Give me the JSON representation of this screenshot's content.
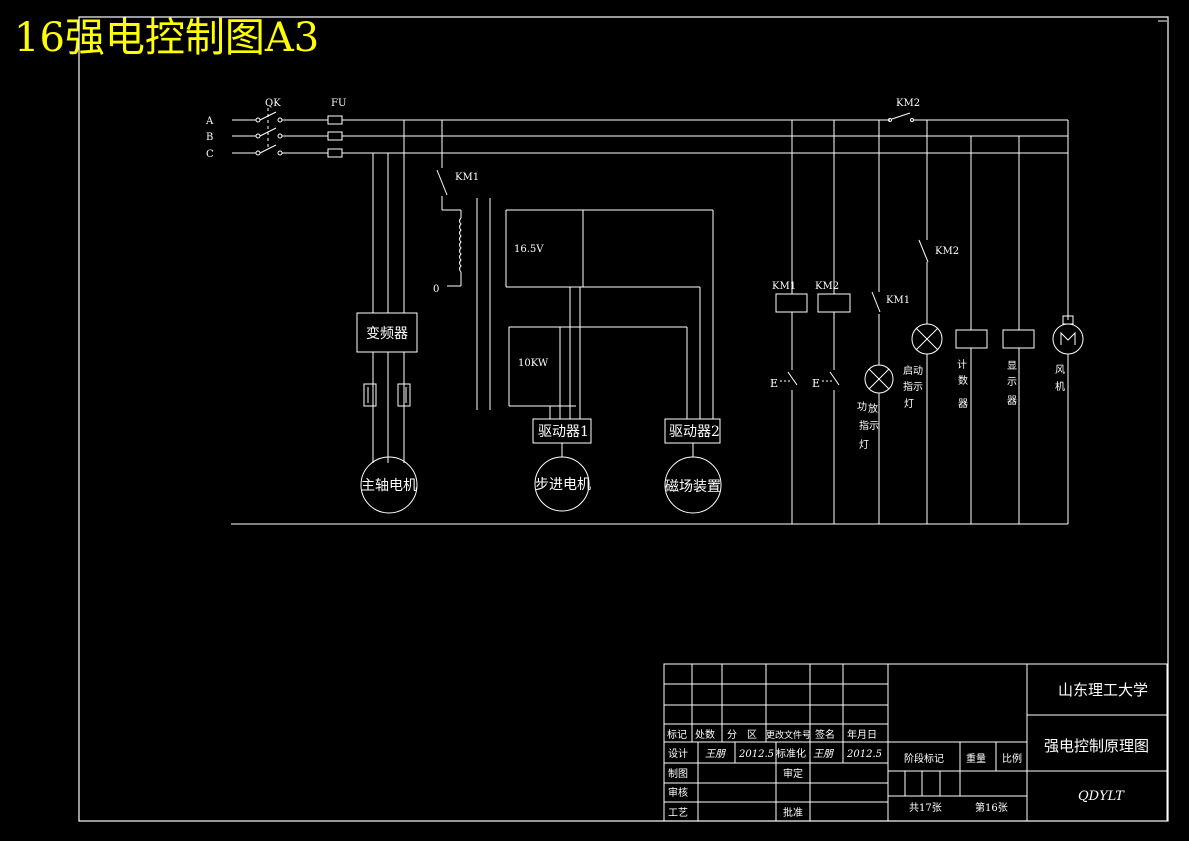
{
  "title": "16强电控制图A3",
  "colors": {
    "background": "#000000",
    "lines": "#ffffff",
    "title": "#ffff00"
  },
  "phases": [
    "A",
    "B",
    "C"
  ],
  "labels": {
    "qk": "QK",
    "fu": "FU",
    "km1": "KM1",
    "km2": "KM2",
    "v165": "16.5V",
    "zero": "0",
    "w10": "10KW",
    "vfd": "变频器",
    "driver1": "驱动器1",
    "driver2": "驱动器2",
    "spindle_motor": "主轴电机",
    "stepper_motor": "步进电机",
    "magnetic_device": "磁场装置",
    "e": "E",
    "power_lamp": [
      "功",
      "放",
      "指",
      "示",
      "灯"
    ],
    "start_lamp": [
      "启动",
      "指示",
      "灯"
    ],
    "counter": [
      "计",
      "数",
      "器"
    ],
    "display": [
      "显",
      "示",
      "器"
    ],
    "fan": [
      "风",
      "机"
    ]
  },
  "title_block": {
    "university": "山东理工大学",
    "drawing_name": "强电控制原理图",
    "code": "QDYLT",
    "header": [
      "标记",
      "处数",
      "分　区",
      "更改文件号",
      "签名",
      "年月日"
    ],
    "row_design": [
      "设计",
      "王朋",
      "2012.5",
      "标准化",
      "王朋",
      "2012.5"
    ],
    "row_draw": [
      "制图",
      "审定"
    ],
    "row_check": [
      "审核"
    ],
    "row_process": [
      "工艺",
      "批准"
    ],
    "stage_mark": "阶段标记",
    "weight": "重量",
    "scale": "比例",
    "total_sheets": "共17张",
    "sheet_no": "第16张"
  }
}
